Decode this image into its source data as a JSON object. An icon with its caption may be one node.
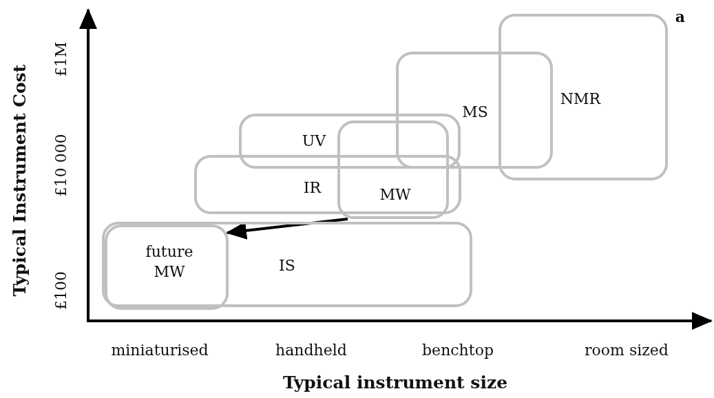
{
  "diagram": {
    "nodes": [
      {
        "text": [
          "NMR"
        ]
      },
      {
        "text": [
          "MS"
        ]
      },
      {
        "text": [
          "UV"
        ]
      },
      {
        "text": [
          "IR"
        ]
      },
      {
        "text": [
          "MW"
        ]
      },
      {
        "text": [
          "future MW"
        ],
        "in": 6
      },
      {
        "text": [
          "IS"
        ]
      }
    ],
    "edges": [
      {
        "from": 4,
        "to": 5,
        "arrow": "to"
      }
    ],
    "labels": [
      "a",
      "Typical Instrument Cost",
      "£1M",
      "£10 000",
      "£100",
      "miniaturised",
      "handheld",
      "benchtop",
      "room sized",
      "Typical instrument size"
    ]
  }
}
